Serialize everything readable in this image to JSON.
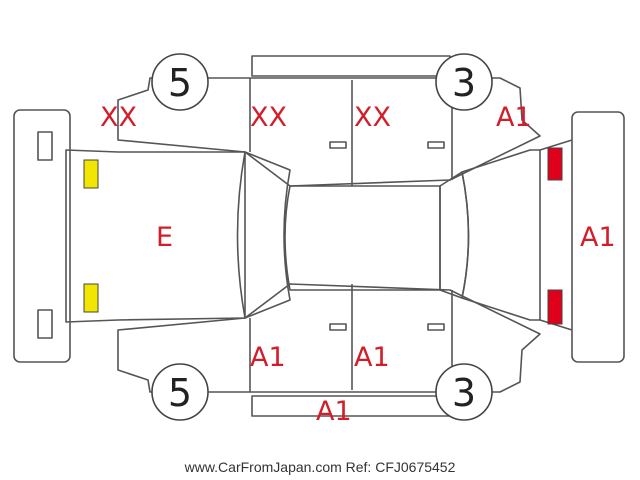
{
  "tire_ratings": {
    "front_left": "5",
    "front_right": "5",
    "rear_left": "3",
    "rear_right": "3"
  },
  "damage_marks": {
    "front_left_fender": "XX",
    "front_left_door": "XX",
    "rear_left_door": "XX",
    "rear_left_quarter": "A1",
    "hood": "E",
    "rear_bumper": "A1",
    "front_right_door": "A1",
    "rear_right_door": "A1",
    "right_rocker": "A1"
  },
  "colors": {
    "outline": "#555555",
    "mark": "#d21e2a",
    "headlight": "#f2e600",
    "taillight": "#e0001b"
  },
  "footer": "www.CarFromJapan.com Ref: CFJ0675452"
}
